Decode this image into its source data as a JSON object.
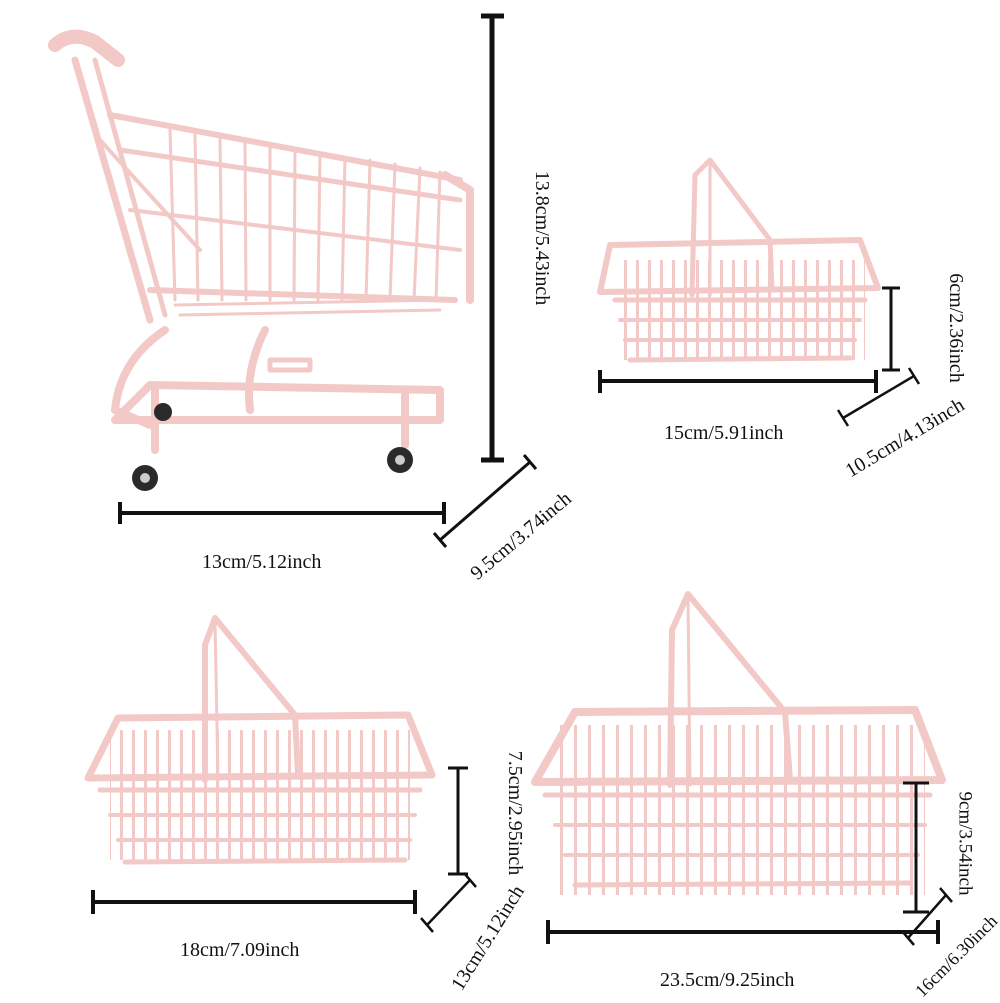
{
  "colors": {
    "product": "#f2c9c6",
    "product_shade": "#e6aeab",
    "dimension_line": "#111111",
    "wheel": "#2a2a2a"
  },
  "cart": {
    "height_label": "13.8cm/5.43inch",
    "width_label": "13cm/5.12inch",
    "depth_label": "9.5cm/3.74inch"
  },
  "basket_small": {
    "height_label": "6cm/2.36inch",
    "width_label": "15cm/5.91inch",
    "depth_label": "10.5cm/4.13inch"
  },
  "basket_medium": {
    "height_label": "7.5cm/2.95inch",
    "width_label": "18cm/7.09inch",
    "depth_label": "13cm/5.12inch"
  },
  "basket_large": {
    "height_label": "9cm/3.54inch",
    "width_label": "23.5cm/9.25inch",
    "depth_label": "16cm/6.30inch"
  }
}
